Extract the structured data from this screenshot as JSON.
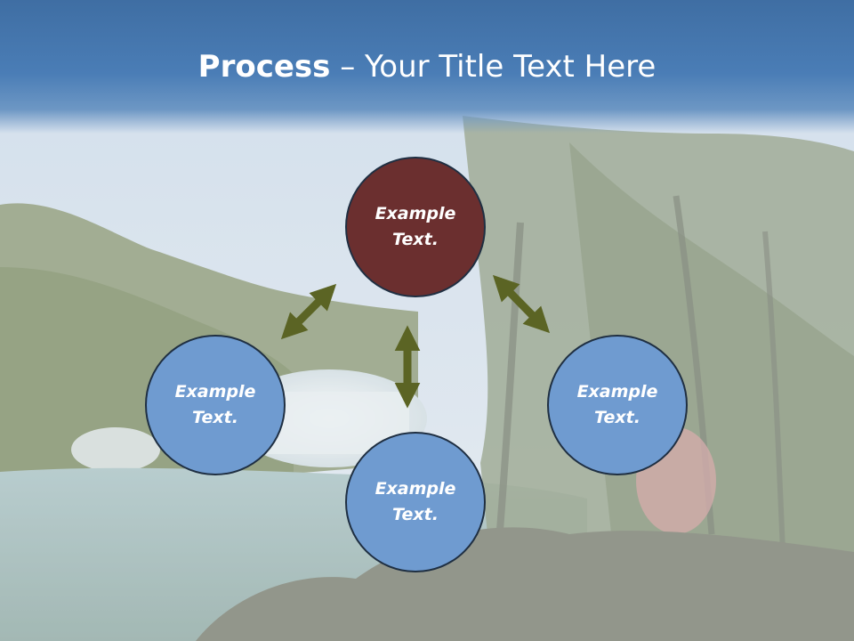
{
  "title": {
    "bold_part": "Process",
    "dash": " – ",
    "rest": "Your Title Text Here"
  },
  "nodes": {
    "top": {
      "text": "Example Text."
    },
    "left": {
      "text": "Example Text."
    },
    "bottom": {
      "text": "Example Text."
    },
    "right": {
      "text": "Example Text."
    }
  },
  "colors": {
    "title_bar": "#4a7db6",
    "center_node": "#6b2f2f",
    "outer_node": "#6f9bd0",
    "node_border": "#1f2f42",
    "arrow": "#5b6424"
  },
  "icons": {
    "arrow_up_left_to_right_down": "double-headed-arrow",
    "arrow_vertical": "double-headed-arrow"
  }
}
